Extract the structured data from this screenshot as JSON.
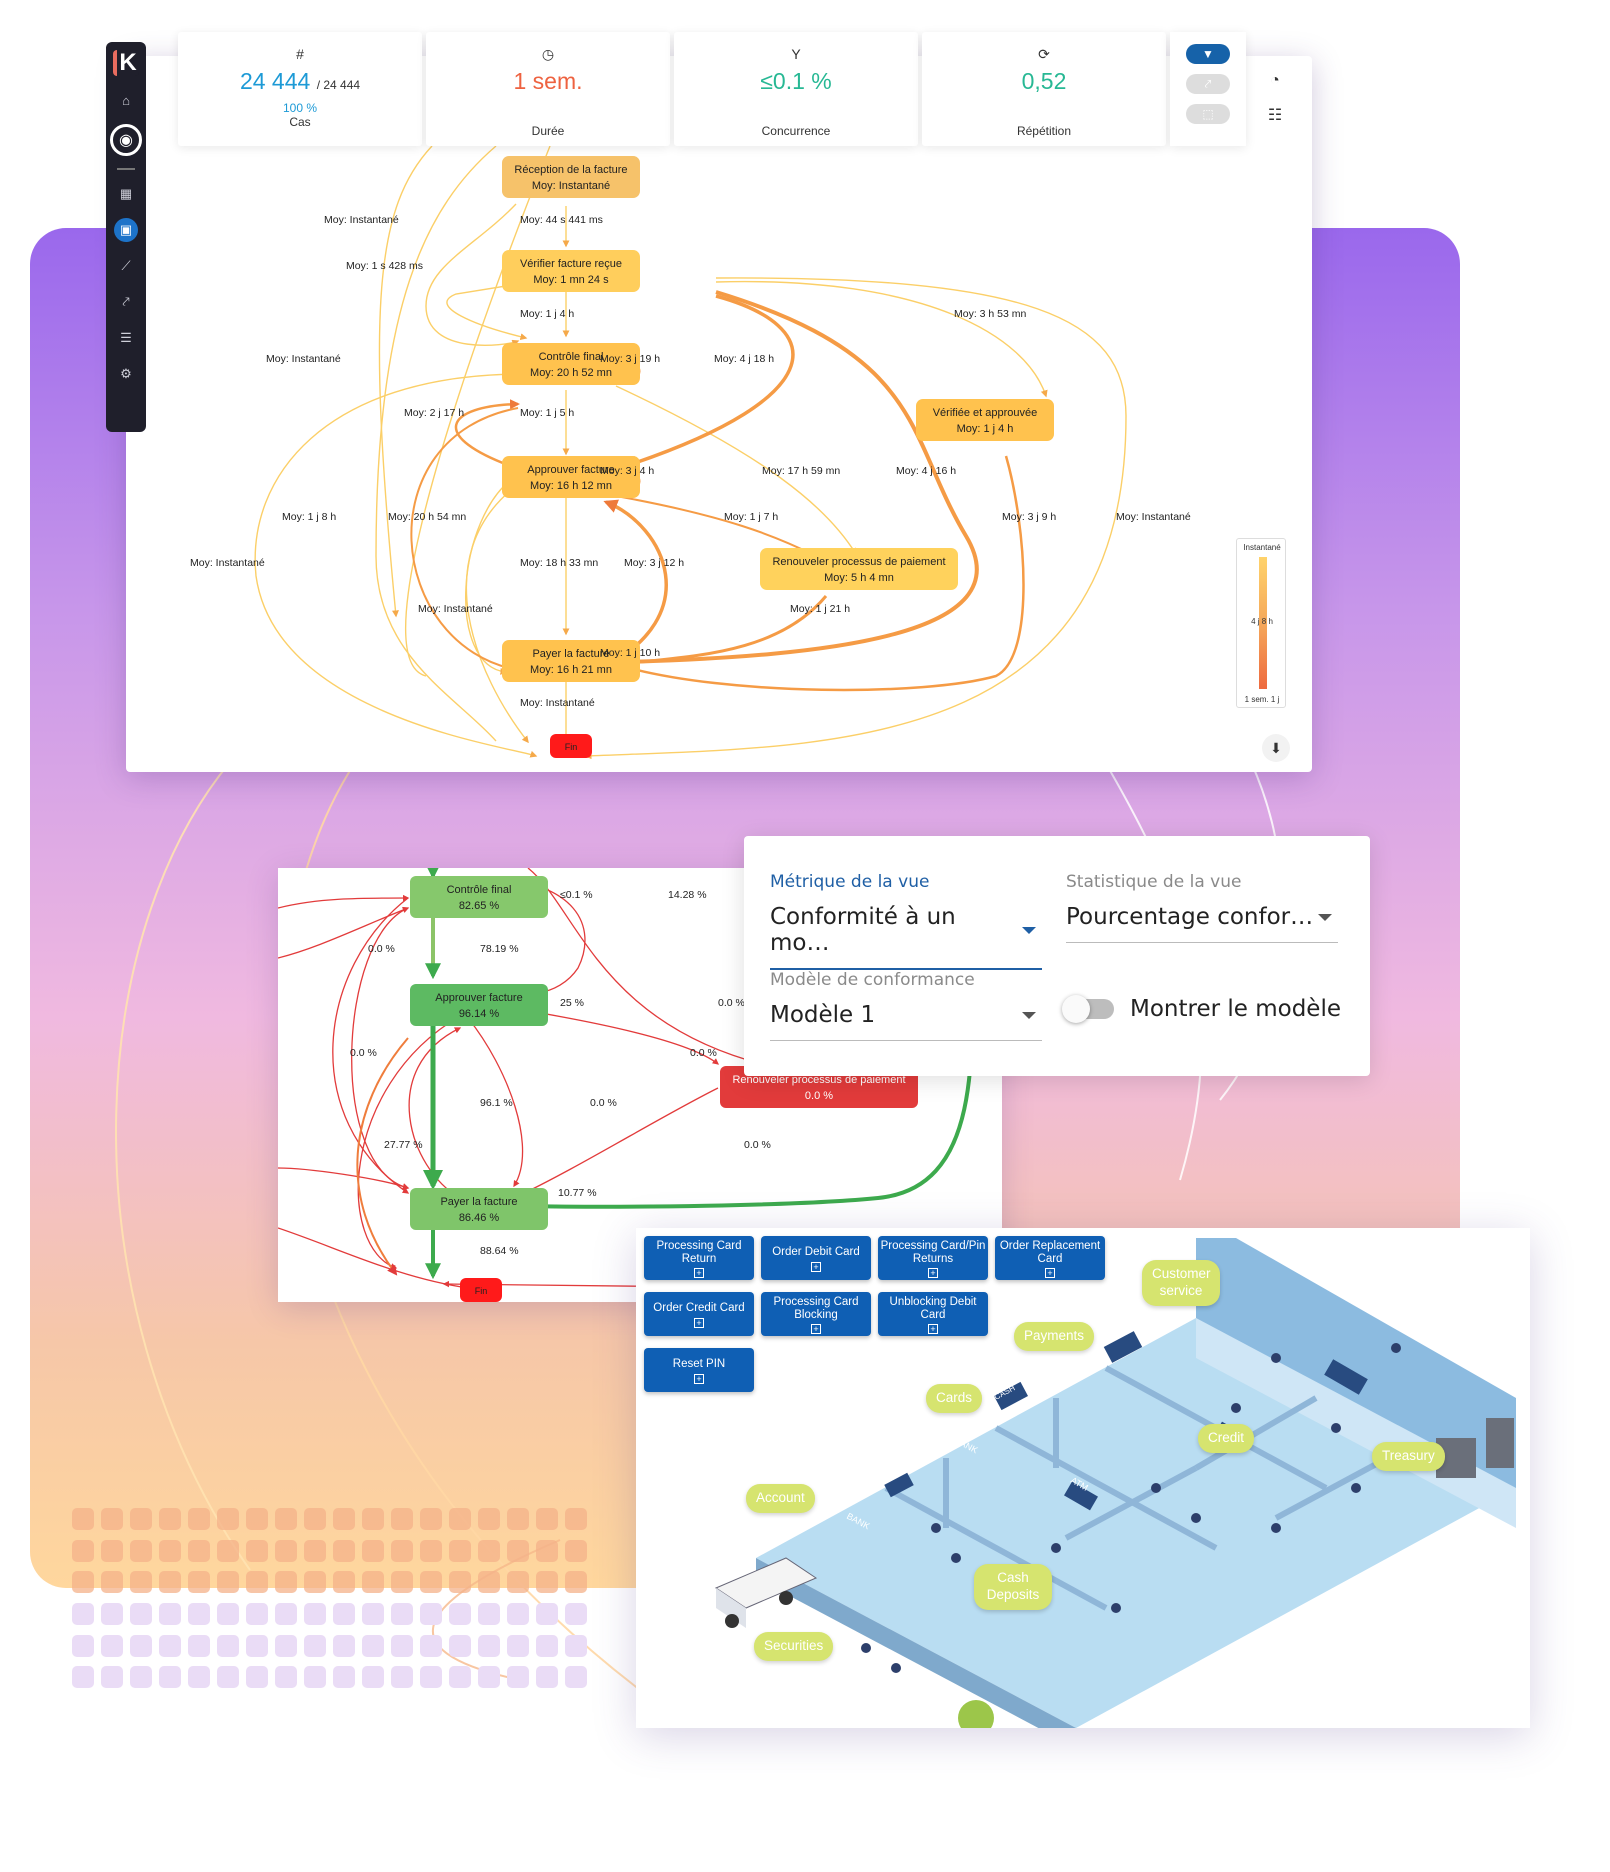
{
  "sidebar": {
    "logo": "K",
    "items": [
      {
        "icon": "tag-icon",
        "glyph": "⌂"
      },
      {
        "icon": "user-circle-icon",
        "glyph": "◉"
      },
      {
        "icon": "dashboard-icon",
        "glyph": "▦"
      },
      {
        "icon": "process-map-icon",
        "glyph": "▣"
      },
      {
        "icon": "trend-icon",
        "glyph": "⟋"
      },
      {
        "icon": "analytics-icon",
        "glyph": "⤤"
      },
      {
        "icon": "list-icon",
        "glyph": "☰"
      },
      {
        "icon": "settings-icon",
        "glyph": "⚙"
      }
    ]
  },
  "kpis": [
    {
      "icon": "#",
      "value": "24 444",
      "suffix": "/ 24 444",
      "sub": "100 %",
      "label": "Cas",
      "color": "#1d9ad6"
    },
    {
      "icon": "◷",
      "value": "1 sem.",
      "suffix": "",
      "sub": "",
      "label": "Durée",
      "color": "#ee6240"
    },
    {
      "icon": "Y",
      "value": "≤0.1 %",
      "suffix": "",
      "sub": "",
      "label": "Concurrence",
      "color": "#27b894"
    },
    {
      "icon": "⟳",
      "value": "0,52",
      "suffix": "",
      "sub": "",
      "label": "Répétition",
      "color": "#27b894"
    }
  ],
  "legend": {
    "top": "Instantané",
    "mid": "4 j 8 h",
    "bottom": "1 sem. 1 j"
  },
  "process_map": {
    "nodes": {
      "reception": {
        "name": "Réception de la facture",
        "stat": "Moy: Instantané"
      },
      "verifier": {
        "name": "Vérifier facture reçue",
        "stat": "Moy: 1 mn 24 s"
      },
      "controle": {
        "name": "Contrôle final",
        "stat": "Moy: 20 h 52 mn"
      },
      "approuver": {
        "name": "Approuver facture",
        "stat": "Moy: 16 h 12 mn"
      },
      "renouveler": {
        "name": "Renouveler processus de paiement",
        "stat": "Moy: 5 h 4 mn"
      },
      "verifiee": {
        "name": "Vérifiée et approuvée",
        "stat": "Moy: 1 j 4 h"
      },
      "payer": {
        "name": "Payer la facture",
        "stat": "Moy: 16 h 21 mn"
      },
      "fin": {
        "name": "Fin"
      }
    },
    "edge_labels": {
      "e1": "Moy: Instantané",
      "e2": "Moy: 44 s 441 ms",
      "e3": "Moy: 1 s 428 ms",
      "e4": "Moy: 1 j 4 h",
      "e5": "Moy: 3 h 53 mn",
      "e6": "Moy: Instantané",
      "e7": "Moy: 3 j 19 h",
      "e8": "Moy: 4 j 18 h",
      "e9": "Moy: 2 j 17 h",
      "e10": "Moy: 1 j 5 h",
      "e11": "Moy: 3 j 4 h",
      "e12": "Moy: 17 h 59 mn",
      "e13": "Moy: 4 j 16 h",
      "e14": "Moy: 1 j 8 h",
      "e15": "Moy: 20 h 54 mn",
      "e16": "Moy: 1 j 7 h",
      "e17": "Moy: 3 j 9 h",
      "e18": "Moy: Instantané",
      "e19": "Moy: Instantané",
      "e20": "Moy: 18 h 33 mn",
      "e21": "Moy: 3 j 12 h",
      "e22": "Moy: Instantané",
      "e23": "Moy: 1 j 21 h",
      "e24": "Moy: 1 j 10 h",
      "e25": "Moy: Instantané"
    }
  },
  "conformance_map": {
    "nodes": {
      "controle": {
        "name": "Contrôle final",
        "stat": "82.65 %"
      },
      "approuver": {
        "name": "Approuver facture",
        "stat": "96.14 %"
      },
      "renouveler": {
        "name": "Renouveler processus de paiement",
        "stat": "0.0 %"
      },
      "payer": {
        "name": "Payer la facture",
        "stat": "86.46 %"
      },
      "fin": {
        "name": "Fin"
      }
    },
    "edge_labels": {
      "c1": "≤0.1 %",
      "c2": "14.28 %",
      "c3": "0.0 %",
      "c4": "78.19 %",
      "c5": "25 %",
      "c6": "0.0 %",
      "c7": "0.0 %",
      "c8": "0.0 %",
      "c9": "96.1 %",
      "c10": "0.0 %",
      "c11": "27.77 %",
      "c12": "0.0 %",
      "c13": "10.77 %",
      "c14": "88.64 %"
    }
  },
  "settings": {
    "metric_label": "Métrique de la vue",
    "metric_value": "Conformité à un mo…",
    "stat_label": "Statistique de la vue",
    "stat_value": "Pourcentage confor…",
    "model_label": "Modèle de conformance",
    "model_value": "Modèle 1",
    "toggle_label": "Montrer le modèle"
  },
  "bank": {
    "buttons": [
      "Processing Card Return",
      "Order Debit Card",
      "Processing Card/Pin Returns",
      "Order Replacement Card",
      "Order Credit Card",
      "Processing Card Blocking",
      "Unblocking Debit Card",
      "",
      "Reset PIN"
    ],
    "departments": [
      "Customer service",
      "Payments",
      "Cards",
      "Credit",
      "Treasury",
      "Account",
      "Cash Deposits",
      "Securities"
    ],
    "signs": [
      "BANK",
      "BANK",
      "ATM",
      "CASH"
    ]
  },
  "colors": {
    "accent": "#1662a9",
    "node_yellow": "#ffce5c",
    "edge_orange": "#f49a3f",
    "node_green": "#7fc56a",
    "node_red": "#e23b3b",
    "bank_button": "#0f5fb4",
    "dept_label": "#d6e46f"
  }
}
